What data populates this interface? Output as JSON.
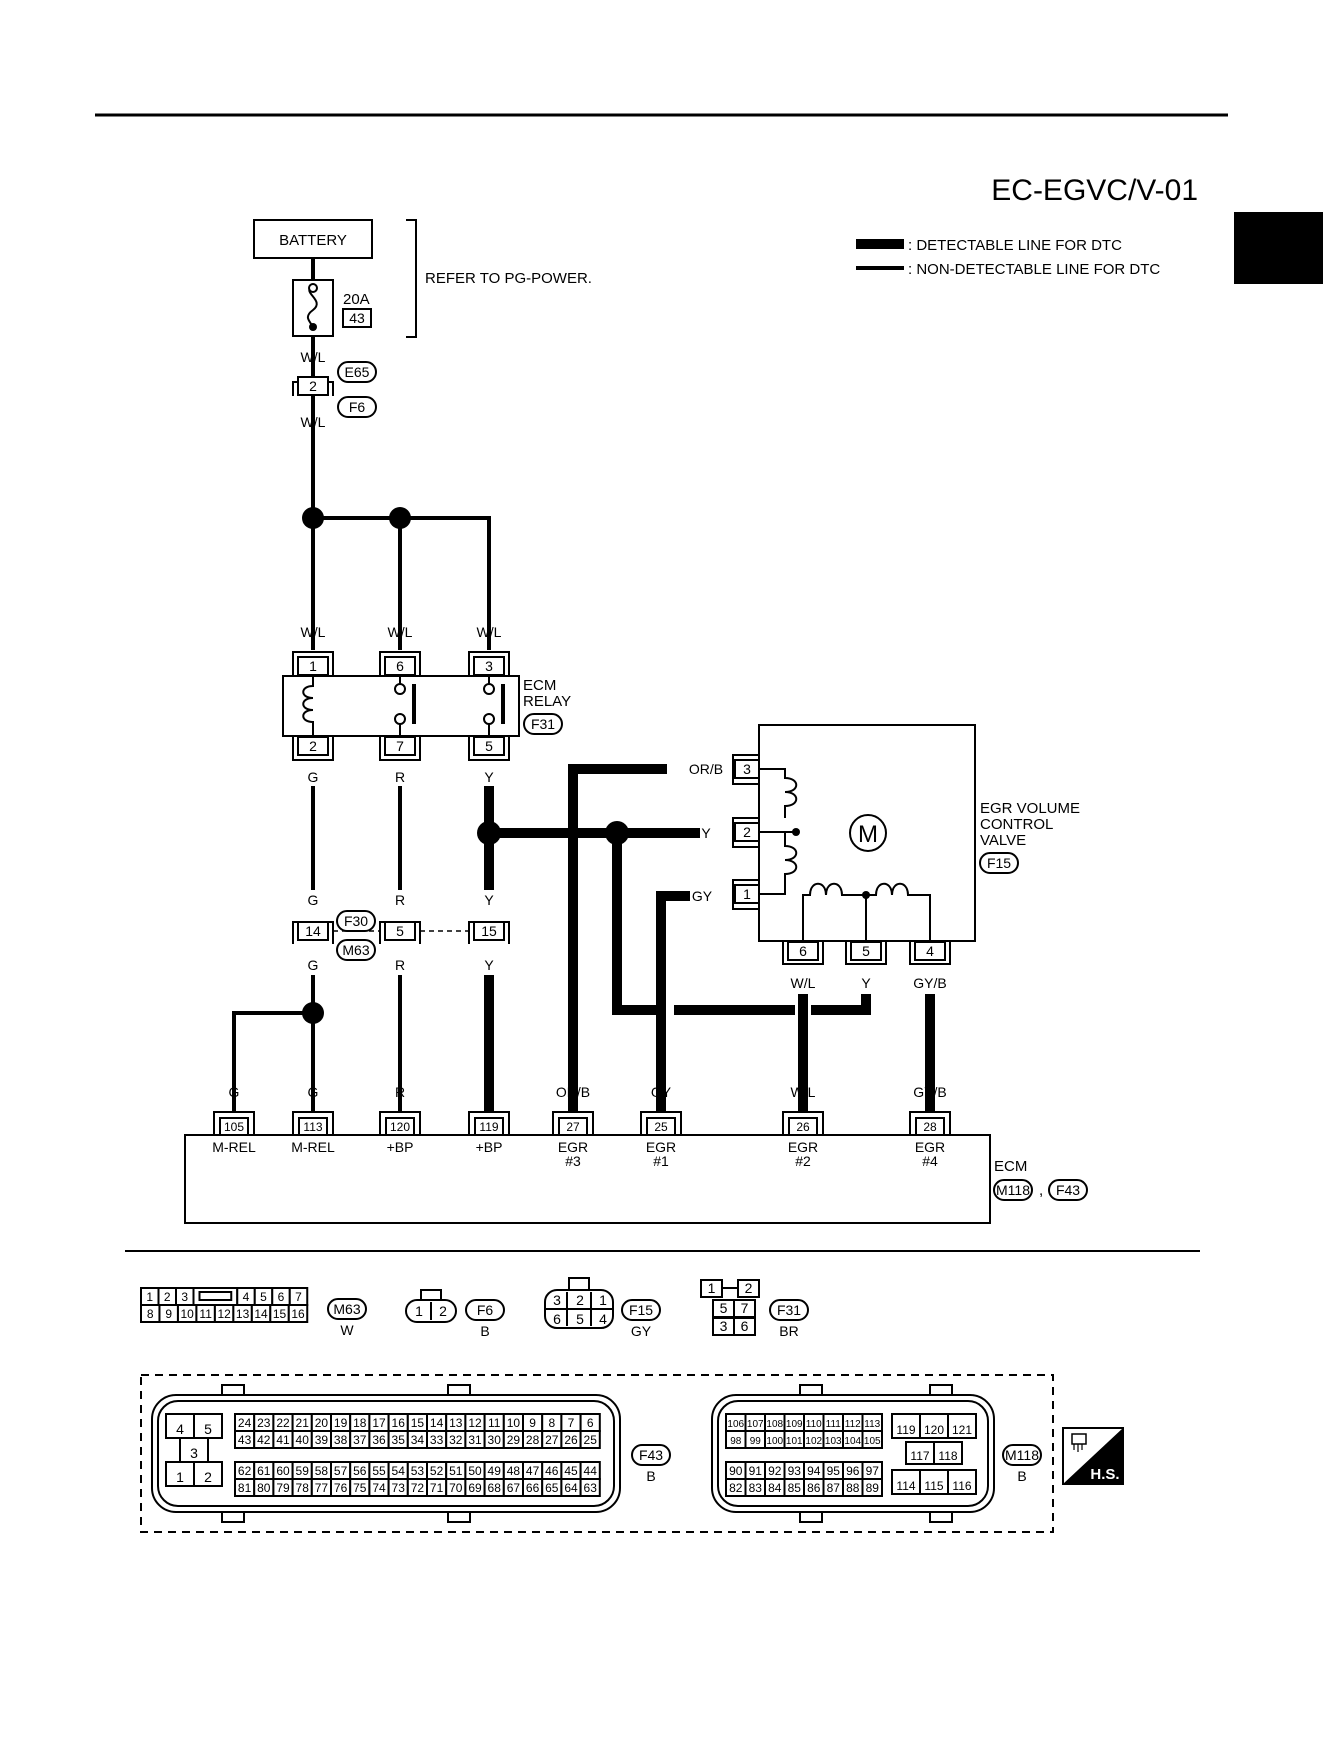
{
  "diagram_code": "EC-EGVC/V-01",
  "legend": {
    "detectable": ": DETECTABLE LINE FOR DTC",
    "non_detectable": ": NON-DETECTABLE LINE FOR DTC"
  },
  "battery": {
    "label": "BATTERY",
    "refer": "REFER TO PG-POWER.",
    "fuse_rating": "20A",
    "fuse_number": "43"
  },
  "joint_connector": {
    "pin": "2",
    "top": "E65",
    "bottom": "F6"
  },
  "ecm_relay": {
    "label1": "ECM",
    "label2": "RELAY",
    "connector": "F31",
    "top_pins": [
      "1",
      "6",
      "3"
    ],
    "bottom_pins": [
      "2",
      "7",
      "5"
    ]
  },
  "egr_valve": {
    "motor": "M",
    "label1": "EGR VOLUME",
    "label2": "CONTROL",
    "label3": "VALVE",
    "connector": "F15",
    "side_pins": [
      "3",
      "2",
      "1"
    ],
    "bottom_pins": [
      "6",
      "5",
      "4"
    ]
  },
  "harness_connector": {
    "top": "F30",
    "bottom": "M63",
    "pins": [
      "14",
      "5",
      "15"
    ]
  },
  "wires": {
    "wl": "W/L",
    "g": "G",
    "r": "R",
    "y": "Y",
    "orb": "OR/B",
    "gy": "GY",
    "gyb": "GY/B"
  },
  "ecm": {
    "label": "ECM",
    "connectors": [
      "M118",
      "F43"
    ],
    "sep": ",",
    "terminals": [
      {
        "pin": "105",
        "name": "M-REL",
        "sub": ""
      },
      {
        "pin": "113",
        "name": "M-REL",
        "sub": ""
      },
      {
        "pin": "120",
        "name": "+BP",
        "sub": ""
      },
      {
        "pin": "119",
        "name": "+BP",
        "sub": ""
      },
      {
        "pin": "27",
        "name": "EGR",
        "sub": "#3"
      },
      {
        "pin": "25",
        "name": "EGR",
        "sub": "#1"
      },
      {
        "pin": "26",
        "name": "EGR",
        "sub": "#2"
      },
      {
        "pin": "28",
        "name": "EGR",
        "sub": "#4"
      }
    ]
  },
  "connector_views": {
    "m63": {
      "id": "M63",
      "color": "W",
      "row1": [
        "1",
        "2",
        "3",
        "",
        "4",
        "5",
        "6",
        "7"
      ],
      "row2": [
        "8",
        "9",
        "10",
        "11",
        "12",
        "13",
        "14",
        "15",
        "16"
      ]
    },
    "f6": {
      "id": "F6",
      "color": "B",
      "pins": [
        "1",
        "2"
      ]
    },
    "f15": {
      "id": "F15",
      "color": "GY",
      "row1": [
        "3",
        "2",
        "1"
      ],
      "row2": [
        "6",
        "5",
        "4"
      ]
    },
    "f31": {
      "id": "F31",
      "color": "BR",
      "top": [
        "1",
        "2"
      ],
      "mid": [
        "5",
        "7"
      ],
      "bot": [
        "3",
        "6"
      ]
    },
    "f43": {
      "id": "F43",
      "color": "B",
      "left": [
        "4",
        "5",
        "3",
        "1",
        "2"
      ],
      "r1": [
        "24",
        "23",
        "22",
        "21",
        "20",
        "19",
        "18",
        "17",
        "16",
        "15",
        "14",
        "13",
        "12",
        "11",
        "10",
        "9",
        "8",
        "7",
        "6"
      ],
      "r2": [
        "43",
        "42",
        "41",
        "40",
        "39",
        "38",
        "37",
        "36",
        "35",
        "34",
        "33",
        "32",
        "31",
        "30",
        "29",
        "28",
        "27",
        "26",
        "25"
      ],
      "r3": [
        "62",
        "61",
        "60",
        "59",
        "58",
        "57",
        "56",
        "55",
        "54",
        "53",
        "52",
        "51",
        "50",
        "49",
        "48",
        "47",
        "46",
        "45",
        "44"
      ],
      "r4": [
        "81",
        "80",
        "79",
        "78",
        "77",
        "76",
        "75",
        "74",
        "73",
        "72",
        "71",
        "70",
        "69",
        "68",
        "67",
        "66",
        "65",
        "64",
        "63"
      ]
    },
    "m118": {
      "id": "M118",
      "color": "B",
      "r1": [
        "106",
        "107",
        "108",
        "109",
        "110",
        "111",
        "112",
        "113"
      ],
      "r2": [
        "98",
        "99",
        "100",
        "101",
        "102",
        "103",
        "104",
        "105"
      ],
      "r3": [
        "90",
        "91",
        "92",
        "93",
        "94",
        "95",
        "96",
        "97"
      ],
      "r4": [
        "82",
        "83",
        "84",
        "85",
        "86",
        "87",
        "88",
        "89"
      ],
      "g1": [
        "119",
        "120",
        "121"
      ],
      "g2": [
        "117",
        "118"
      ],
      "g3": [
        "114",
        "115",
        "116"
      ]
    },
    "hs": "H.S."
  }
}
